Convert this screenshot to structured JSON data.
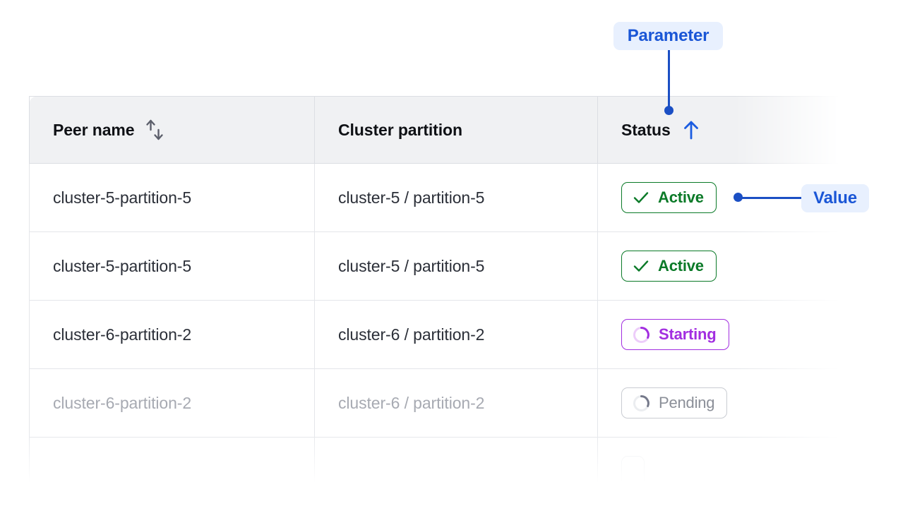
{
  "table": {
    "columns": [
      {
        "key": "peer_name",
        "label": "Peer name",
        "sort_icon": "sort-both-icon",
        "sort_state": "none"
      },
      {
        "key": "cluster_partition",
        "label": "Cluster partition",
        "sort_icon": "none",
        "sort_state": "none"
      },
      {
        "key": "status",
        "label": "Status",
        "sort_icon": "arrow-up-icon",
        "sort_state": "ascending"
      }
    ],
    "rows": [
      {
        "peer_name": "cluster-5-partition-5",
        "cluster_partition": "cluster-5 / partition-5",
        "status": {
          "label": "Active",
          "icon": "check-icon",
          "tone": "green"
        },
        "state": "normal"
      },
      {
        "peer_name": "cluster-5-partition-5",
        "cluster_partition": "cluster-5 / partition-5",
        "status": {
          "label": "Active",
          "icon": "check-icon",
          "tone": "green"
        },
        "state": "normal"
      },
      {
        "peer_name": "cluster-6-partition-2",
        "cluster_partition": "cluster-6 / partition-2",
        "status": {
          "label": "Starting",
          "icon": "spinner-icon",
          "tone": "purple"
        },
        "state": "normal"
      },
      {
        "peer_name": "cluster-6-partition-2",
        "cluster_partition": "cluster-6 / partition-2",
        "status": {
          "label": "Pending",
          "icon": "spinner-icon",
          "tone": "gray"
        },
        "state": "muted"
      },
      {
        "peer_name": "",
        "cluster_partition": "",
        "status": {
          "label": "",
          "icon": "none",
          "tone": "faint"
        },
        "state": "ghost"
      }
    ]
  },
  "annotations": [
    {
      "id": "parameter",
      "label": "Parameter",
      "target": "status-column-header"
    },
    {
      "id": "value",
      "label": "Value",
      "target": "status-badge-row-1"
    }
  ],
  "colors": {
    "accent_blue": "#1b4fc4",
    "annotation_pill_bg": "#e8f0fe",
    "annotation_text": "#1a56d6",
    "status_green": "#0b7a28",
    "status_purple": "#a22ee0",
    "status_gray": "#8b8f98",
    "header_bg": "#f0f1f3",
    "border": "#dcdee3",
    "row_border": "#e4e6ea",
    "text_primary": "#2b2f38",
    "text_muted": "#a7aab2"
  }
}
